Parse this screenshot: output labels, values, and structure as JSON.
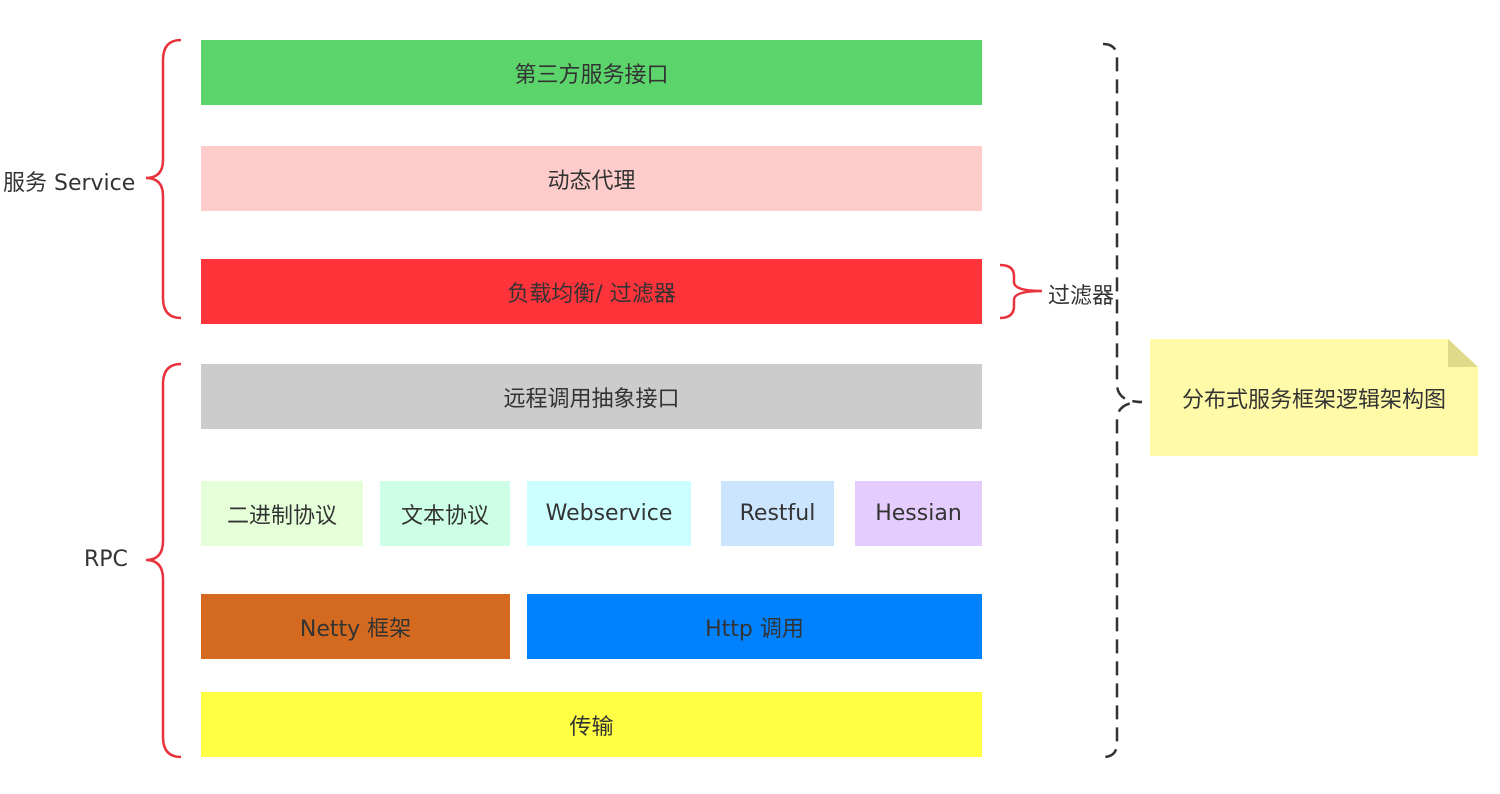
{
  "layers": {
    "third_party_interface": "第三方服务接口",
    "dynamic_proxy": "动态代理",
    "load_balance_filter": "负载均衡/ 过滤器",
    "remote_call_interface": "远程调用抽象接口",
    "transport": "传输"
  },
  "protocols": {
    "binary": "二进制协议",
    "text": "文本协议",
    "webservice": "Webservice",
    "restful": "Restful",
    "hessian": "Hessian"
  },
  "frameworks": {
    "netty": "Netty 框架",
    "http": "Http 调用"
  },
  "braces": {
    "service_label": "服务 Service",
    "rpc_label": "RPC",
    "filter_label": "过滤器"
  },
  "note": {
    "text": "分布式服务框架逻辑架构图"
  },
  "colors": {
    "third_party": "#5cd46c",
    "dynamic_proxy": "#ffcccc",
    "load_balance": "#ff333a",
    "remote_call": "#cccccc",
    "binary": "#e5ffd9",
    "text_protocol": "#ccffe6",
    "webservice": "#ccffff",
    "restful": "#cce5ff",
    "hessian": "#e5ccff",
    "netty": "#d46a1f",
    "http": "#0082ff",
    "transport": "#ffff44",
    "brace_red": "#e8323c",
    "brace_dark": "#333333",
    "note_bg": "#fffaa8"
  }
}
